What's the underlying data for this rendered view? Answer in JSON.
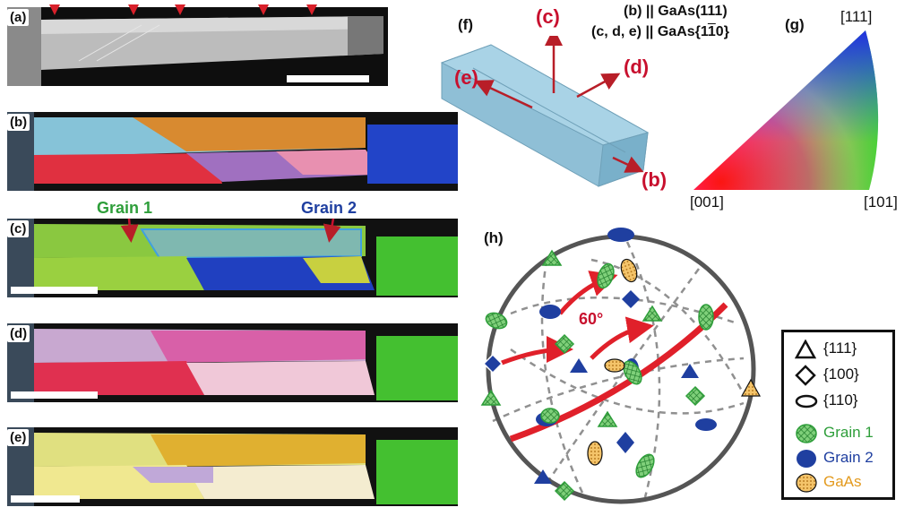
{
  "panels": {
    "a": {
      "tag": "(a)"
    },
    "b": {
      "tag": "(b)"
    },
    "c": {
      "tag": "(c)",
      "grain1_label": "Grain 1",
      "grain2_label": "Grain 2"
    },
    "d": {
      "tag": "(d)"
    },
    "e": {
      "tag": "(e)"
    },
    "f": {
      "tag": "(f)",
      "axis_c": "(c)",
      "axis_d": "(d)",
      "axis_e": "(e)",
      "axis_b": "(b)",
      "relation1": "(b) || GaAs(111)",
      "relation2": "(c, d, e) || GaAs{1",
      "relation2_bar": "1",
      "relation2_end": "0}"
    },
    "g": {
      "tag": "(g)",
      "corner_111": "[111]",
      "corner_001": "[001]",
      "corner_101": "[101]"
    },
    "h": {
      "tag": "(h)",
      "angle_label": "60°"
    }
  },
  "legend": {
    "items": [
      {
        "label": "{111}",
        "icon": "triangle-outline-icon"
      },
      {
        "label": "{100}",
        "icon": "diamond-outline-icon"
      },
      {
        "label": "{110}",
        "icon": "ellipse-outline-icon"
      },
      {
        "label": "Grain 1",
        "icon": "green-hatched-circle-icon",
        "color": "#2e9e3a"
      },
      {
        "label": "Grain 2",
        "icon": "blue-circle-icon",
        "color": "#1f3fa0"
      },
      {
        "label": "GaAs",
        "icon": "orange-dotted-circle-icon",
        "color": "#e39a1e"
      }
    ]
  },
  "colors": {
    "grain1": "#2e9e3a",
    "grain2": "#1f3fa0",
    "gaas": "#e39a1e",
    "arrow_red": "#d0202a",
    "wire_blue": "#8fbfd6"
  }
}
